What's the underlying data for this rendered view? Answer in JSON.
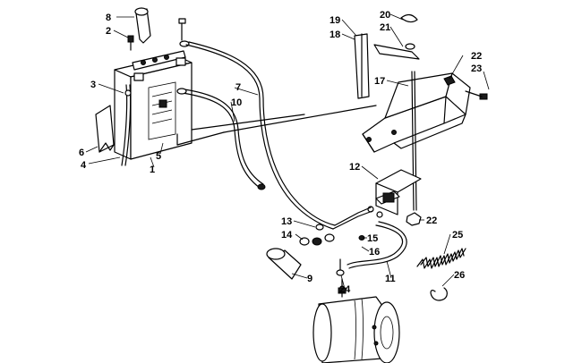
{
  "callouts": [
    {
      "id": "8",
      "text": "8"
    },
    {
      "id": "2",
      "text": "2"
    },
    {
      "id": "3",
      "text": "3"
    },
    {
      "id": "6",
      "text": "6"
    },
    {
      "id": "4",
      "text": "4"
    },
    {
      "id": "5",
      "text": "5"
    },
    {
      "id": "1",
      "text": "1"
    },
    {
      "id": "7",
      "text": "7"
    },
    {
      "id": "10",
      "text": "10"
    },
    {
      "id": "19",
      "text": "19"
    },
    {
      "id": "18",
      "text": "18"
    },
    {
      "id": "20",
      "text": "20"
    },
    {
      "id": "21",
      "text": "21"
    },
    {
      "id": "17",
      "text": "17"
    },
    {
      "id": "22a",
      "text": "22"
    },
    {
      "id": "23",
      "text": "23"
    },
    {
      "id": "12",
      "text": "12"
    },
    {
      "id": "13",
      "text": "13"
    },
    {
      "id": "14",
      "text": "14"
    },
    {
      "id": "15",
      "text": "15"
    },
    {
      "id": "16",
      "text": "16"
    },
    {
      "id": "22b",
      "text": "22"
    },
    {
      "id": "25",
      "text": "25"
    },
    {
      "id": "9",
      "text": "9"
    },
    {
      "id": "24",
      "text": "24"
    },
    {
      "id": "11",
      "text": "11"
    },
    {
      "id": "26",
      "text": "26"
    }
  ]
}
